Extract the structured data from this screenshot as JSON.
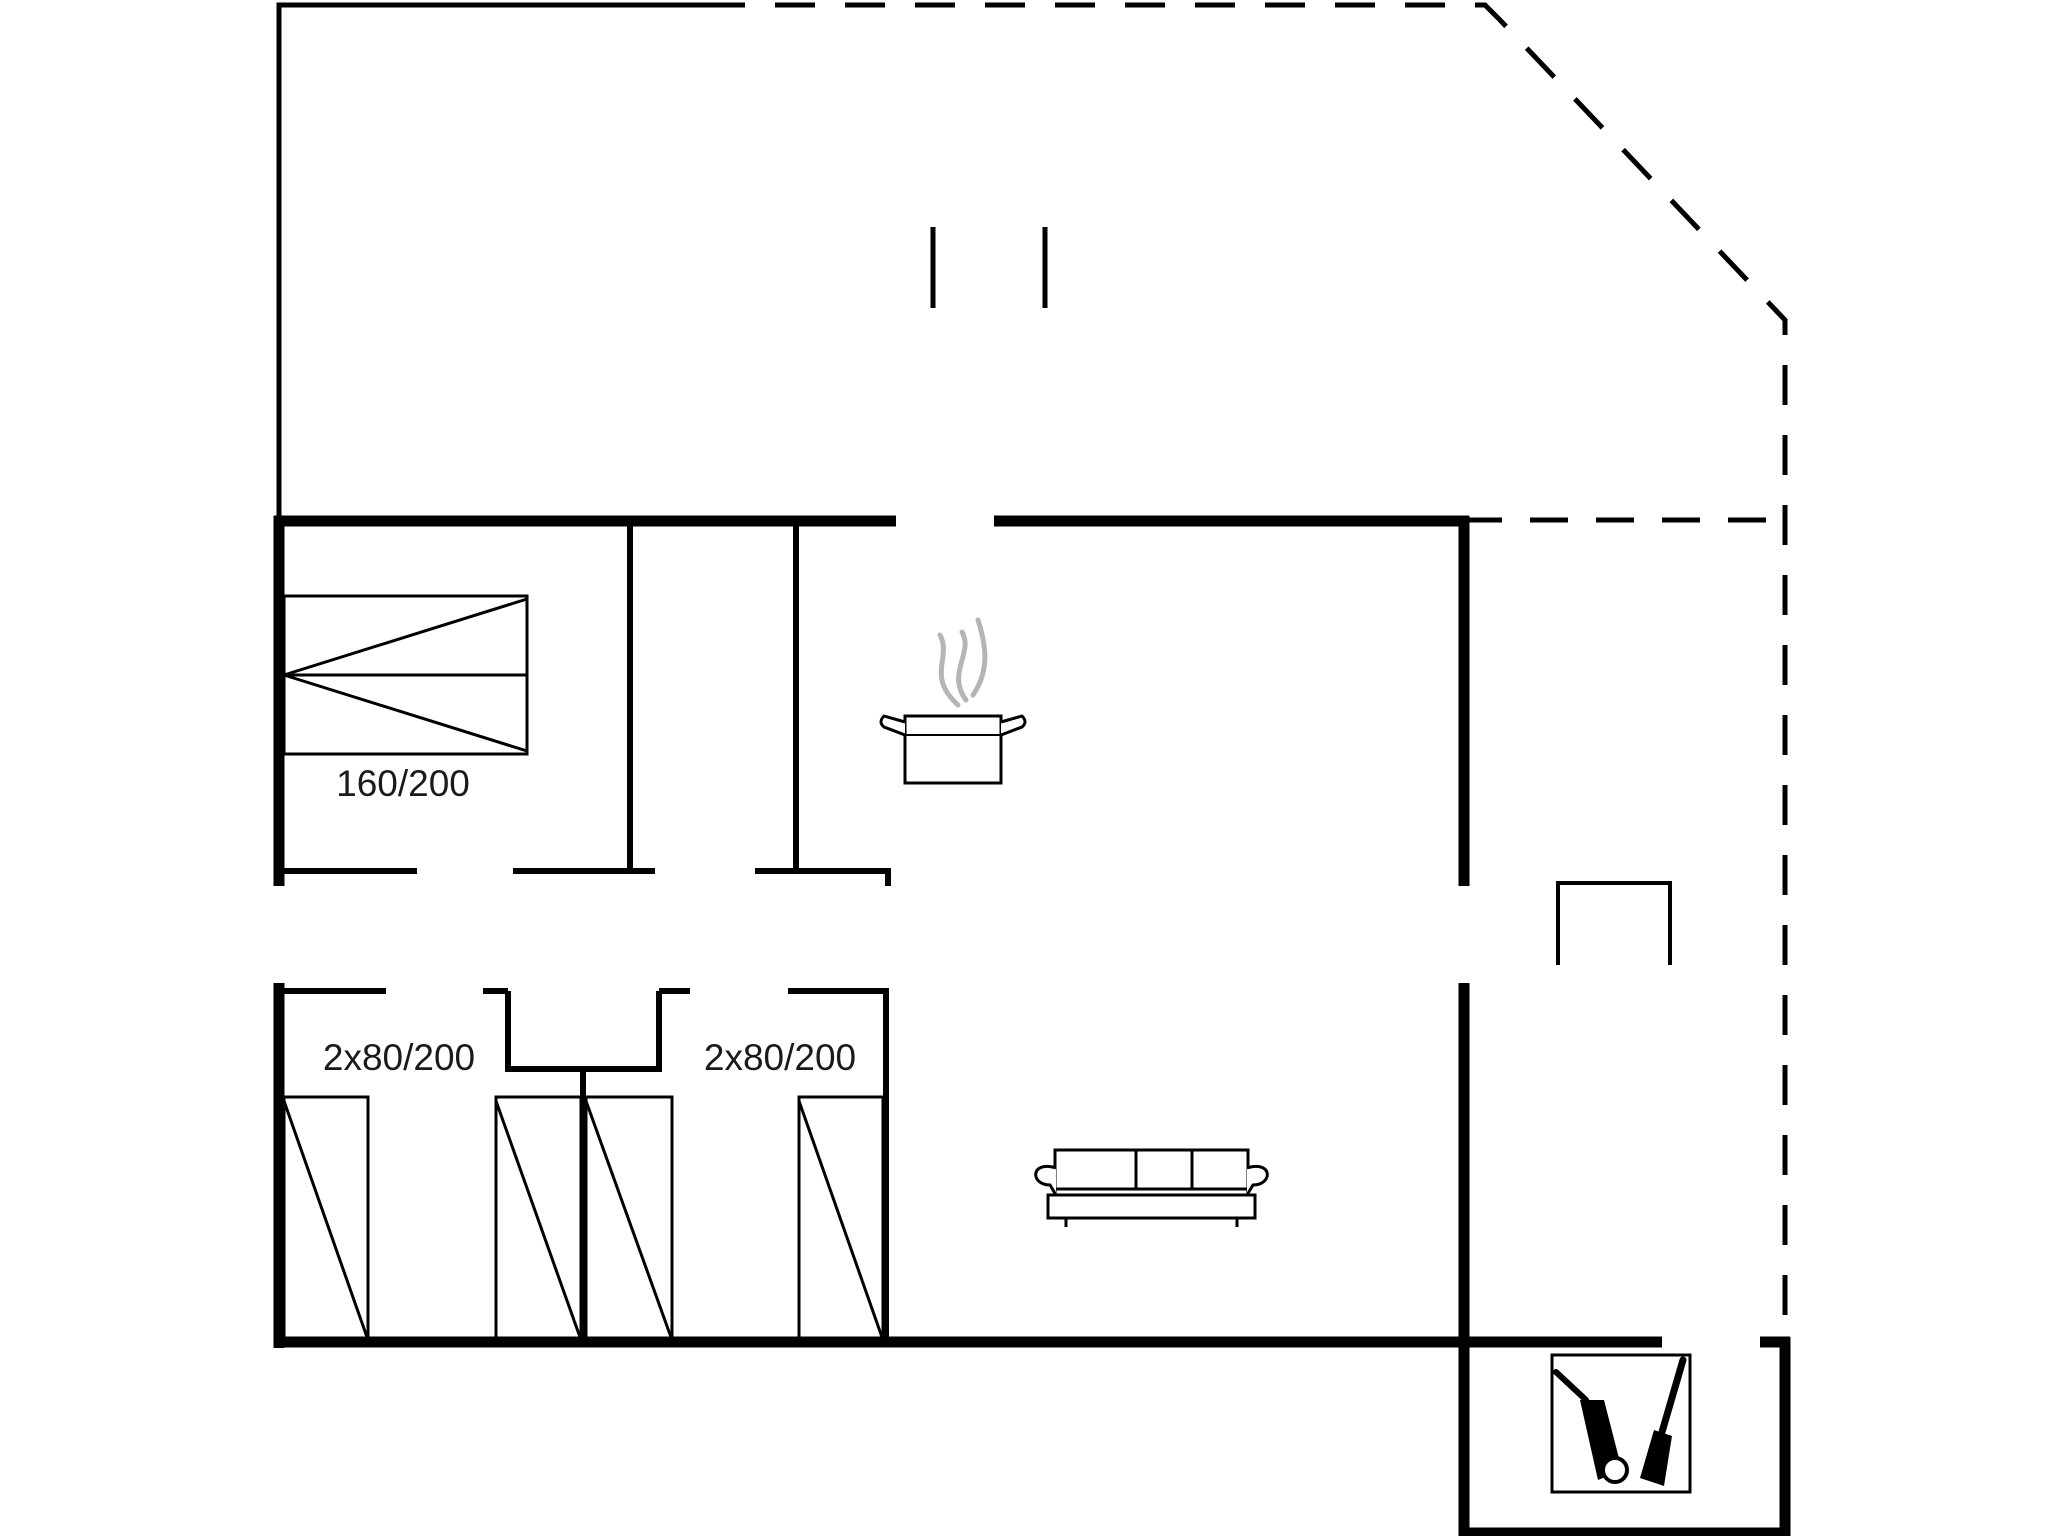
{
  "floorplan": {
    "bed_labels": {
      "double_bed": "160/200",
      "twin_left": "2x80/200",
      "twin_right": "2x80/200"
    },
    "icons": [
      "cooking-pot-icon",
      "sofa-icon",
      "washer-icon",
      "stove-icon",
      "utility-tools-icon"
    ],
    "colors": {
      "wall": "#000000",
      "steam": "#b5b5b5",
      "background": "#ffffff"
    }
  }
}
